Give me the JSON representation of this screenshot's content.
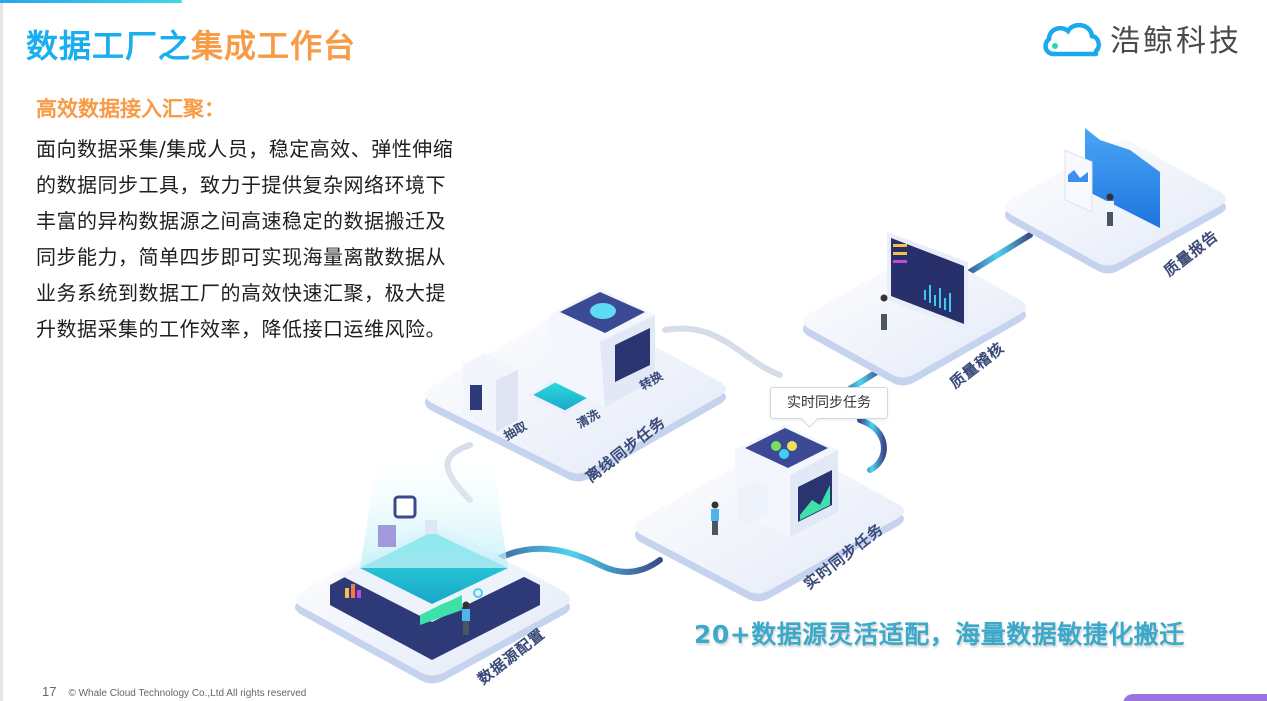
{
  "header": {
    "title_part1": "数据工厂之",
    "title_part2": "集成工作台",
    "accent_color_1": "#19aef0",
    "accent_color_2": "#f79b46"
  },
  "logo": {
    "icon": "cloud-icon",
    "text": "浩鲸科技"
  },
  "content": {
    "heading": "高效数据接入汇聚：",
    "body_lines": [
      "面向数据采集/集成人员，稳定高效、弹性伸缩",
      "的数据同步工具，致力于提供复杂网络环境下",
      "丰富的异构数据源之间高速稳定的数据搬迁及",
      "同步能力，简单四步即可实现海量离散数据从",
      "业务系统到数据工厂的高效快速汇聚，极大提",
      "升数据采集的工作效率，降低接口运维风险。"
    ]
  },
  "diagram": {
    "stages": [
      {
        "label": "数据源配置"
      },
      {
        "label": "离线同步任务",
        "sub_steps": [
          "抽取",
          "清洗",
          "转换"
        ]
      },
      {
        "label": "实时同步任务",
        "callout": "实时同步任务"
      },
      {
        "label": "质量稽核"
      },
      {
        "label": "质量报告"
      }
    ]
  },
  "tagline": "20+数据源灵活适配，海量数据敏捷化搬迁",
  "footer": {
    "page_number": "17",
    "copyright": "© Whale Cloud Technology Co.,Ltd  All rights reserved"
  }
}
